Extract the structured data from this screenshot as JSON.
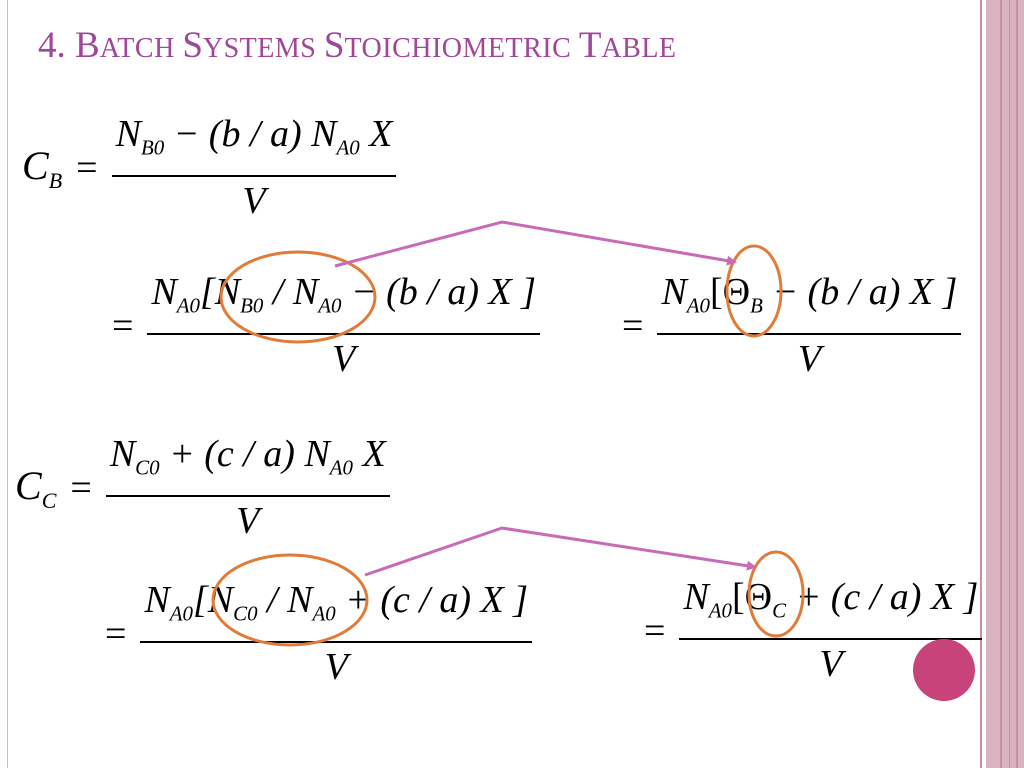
{
  "title": {
    "number": "4. ",
    "b": "B",
    "atch": "ATCH ",
    "s": "S",
    "ystems": "YSTEMS ",
    "s2": "S",
    "toich": "TOICHIOMETRIC ",
    "t": "T",
    "able": "ABLE"
  },
  "colors": {
    "title": "#a0479a",
    "frame": "#d9b3c0",
    "frame_line": "#c790a6",
    "oval": "#e07b39",
    "arrow": "#c86ab4",
    "dot": "#c7437a",
    "text": "#000000"
  },
  "eq1": {
    "lhs": "C",
    "lhs_sub": "B",
    "num_a": "N",
    "num_a_sub": "B0",
    "num_b": " − (b / a) N",
    "num_b_sub": "A0",
    "num_c": " X",
    "den": "V"
  },
  "eq2": {
    "pre": "N",
    "pre_sub": "A0",
    "mid_a": "[N",
    "mid_a_sub": "B0",
    "mid_b": " / N",
    "mid_b_sub": "A0",
    "mid_c": " − (b / a) X ]",
    "den": "V"
  },
  "eq3": {
    "pre": "N",
    "pre_sub": "A0",
    "theta": "[Θ",
    "theta_sub": "B",
    "rest": " − (b / a) X ]",
    "den": "V"
  },
  "eq4": {
    "lhs": "C",
    "lhs_sub": "C",
    "num_a": "N",
    "num_a_sub": "C0",
    "num_b": " + (c / a) N",
    "num_b_sub": "A0",
    "num_c": " X",
    "den": "V"
  },
  "eq5": {
    "pre": "N",
    "pre_sub": "A0",
    "mid_a": "[N",
    "mid_a_sub": "C0",
    "mid_b": " / N",
    "mid_b_sub": "A0",
    "mid_c": " + (c / a) X ]",
    "den": "V"
  },
  "eq6": {
    "pre": "N",
    "pre_sub": "A0",
    "theta": "[Θ",
    "theta_sub": "C",
    "rest": " + (c / a) X ]",
    "den": "V"
  },
  "symbols": {
    "equals": "="
  }
}
